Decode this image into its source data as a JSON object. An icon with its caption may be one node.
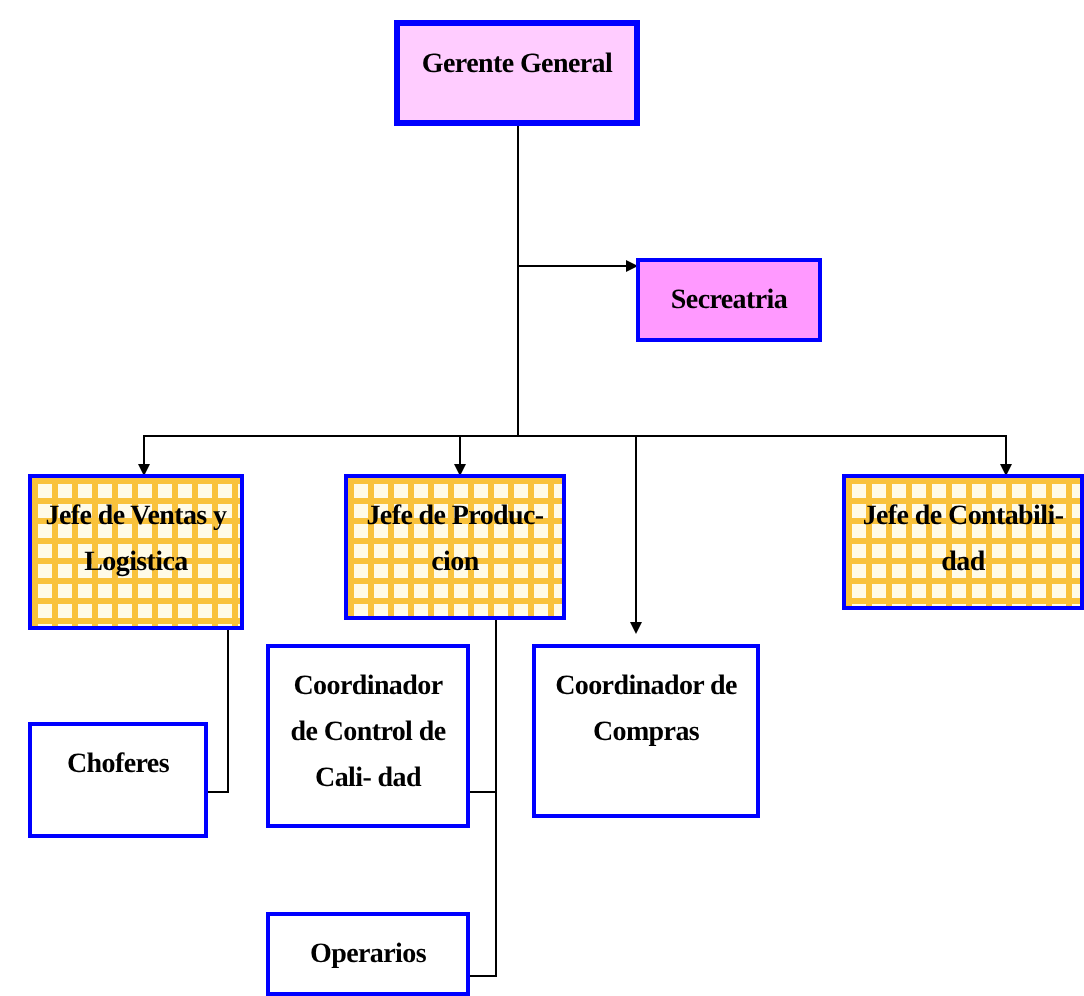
{
  "diagram": {
    "nodes": [
      {
        "text": [
          "Gerente General"
        ]
      },
      {
        "text": [
          "Secreatria"
        ]
      },
      {
        "text": [
          "Jefe de Ventas y Logistica"
        ]
      },
      {
        "text": [
          "Jefe de Produc- cion"
        ]
      },
      {
        "text": [
          "Jefe de Contabili- dad"
        ]
      },
      {
        "text": [
          "Coordinador de Control de Cali- dad"
        ]
      },
      {
        "text": [
          "Coordinador de Compras"
        ]
      },
      {
        "text": [
          "Choferes"
        ]
      },
      {
        "text": [
          "Operarios"
        ]
      }
    ],
    "edges": [
      {
        "from": 0,
        "to": 1,
        "arrow": "to"
      },
      {
        "from": 0,
        "to": 2,
        "arrow": "to"
      },
      {
        "from": 0,
        "to": 3,
        "arrow": "to"
      },
      {
        "from": 0,
        "to": 6,
        "arrow": "to"
      },
      {
        "from": 0,
        "to": 4,
        "arrow": "to"
      },
      {
        "from": 2,
        "to": 7,
        "arrow": "none"
      },
      {
        "from": 3,
        "to": 5,
        "arrow": "none"
      },
      {
        "from": 3,
        "to": 8,
        "arrow": "none"
      }
    ]
  }
}
